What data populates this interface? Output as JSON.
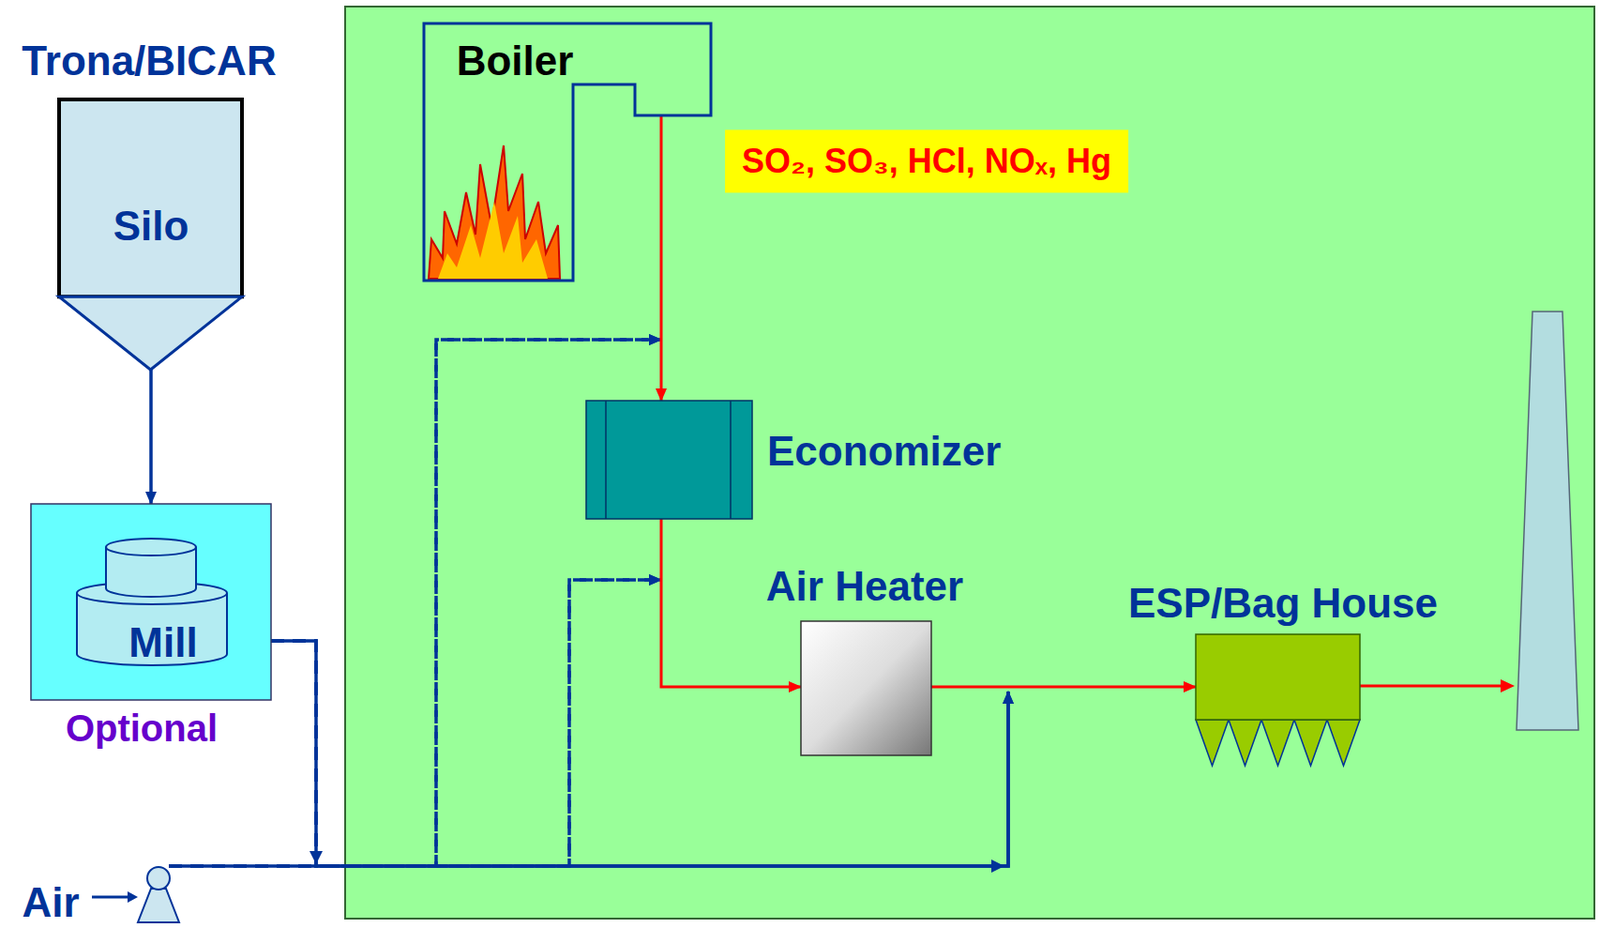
{
  "diagram": {
    "nodes": [
      {
        "text": [
          "Trona/BICAR",
          "Silo"
        ]
      },
      {
        "text": [
          "Boiler"
        ]
      },
      {
        "text": [
          "Economizer"
        ]
      },
      {
        "text": [
          "Mill",
          "Optional"
        ]
      },
      {
        "text": [
          "Air Heater"
        ]
      },
      {
        "text": [
          "ESP/Bag House"
        ]
      },
      {
        "text": [
          "Air"
        ]
      }
    ],
    "edges": [
      {
        "from": 0,
        "to": 3,
        "arrow": "to"
      },
      {
        "from": 1,
        "to": 2,
        "arrow": "to"
      },
      {
        "from": 2,
        "to": 4,
        "arrow": "to"
      },
      {
        "from": 4,
        "to": 5,
        "arrow": "to"
      },
      {
        "from": 6,
        "to": 2,
        "arrow": "to"
      },
      {
        "from": 6,
        "to": 4,
        "arrow": "to"
      },
      {
        "from": 6,
        "to": 5,
        "arrow": "to"
      },
      {
        "from": 3,
        "to": 2,
        "arrow": "to"
      },
      {
        "from": 3,
        "to": 4,
        "arrow": "to"
      },
      {
        "from": 3,
        "to": 5,
        "arrow": "to"
      }
    ],
    "labels": [
      "SO₂, SO₃, HCl, NOₓ, Hg"
    ]
  }
}
